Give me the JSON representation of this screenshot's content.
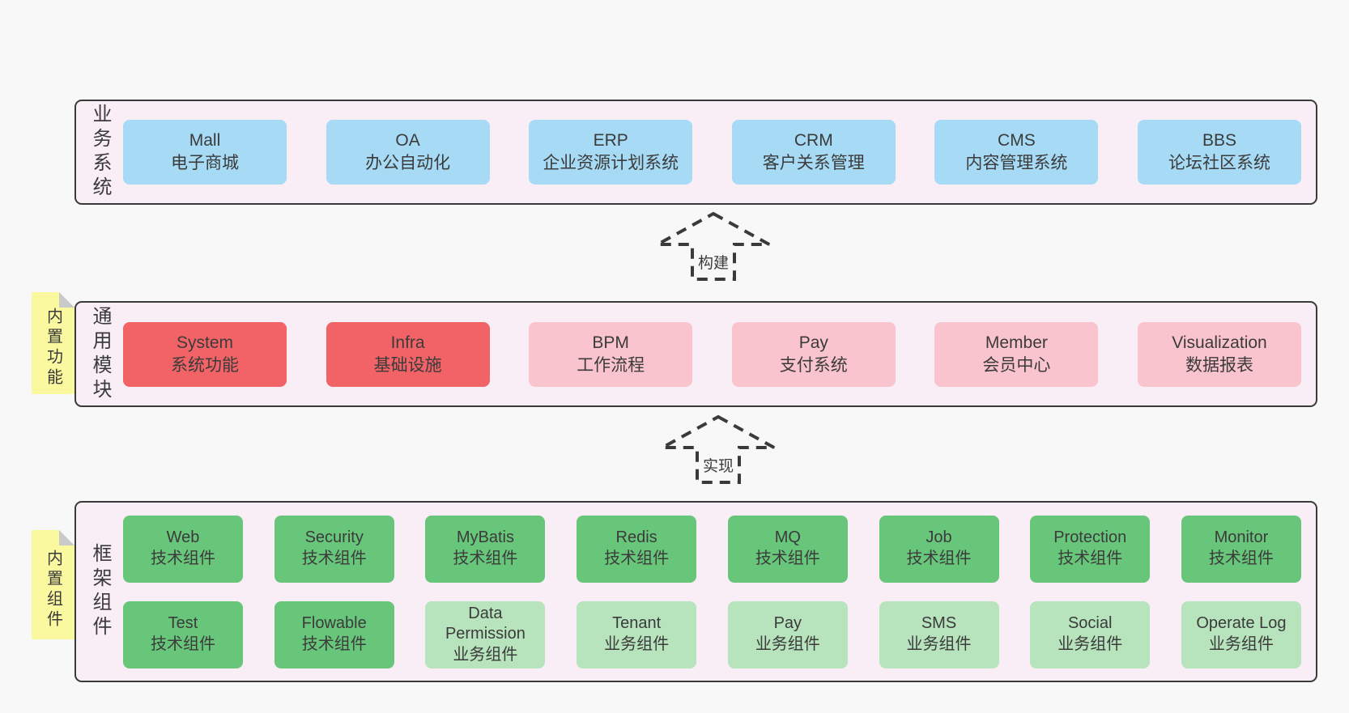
{
  "colors": {
    "page-bg": "#f8f8f8",
    "panel-bg": "#f9eef6",
    "panel-border": "#3a3a3a",
    "text": "#3b3b3b",
    "blue": "#a7dbf5",
    "red": "#f16366",
    "pink": "#f9c4ce",
    "green": "#68c67b",
    "green-light": "#b7e3bd",
    "sticky-yellow": "#fbf9a0",
    "fold-gray": "#c9c9c9"
  },
  "layers": [
    {
      "label": "业务系统",
      "boxes": [
        {
          "title": "Mall",
          "subtitle": "电子商城",
          "variant": "blue"
        },
        {
          "title": "OA",
          "subtitle": "办公自动化",
          "variant": "blue"
        },
        {
          "title": "ERP",
          "subtitle": "企业资源计划系统",
          "variant": "blue"
        },
        {
          "title": "CRM",
          "subtitle": "客户关系管理",
          "variant": "blue"
        },
        {
          "title": "CMS",
          "subtitle": "内容管理系统",
          "variant": "blue"
        },
        {
          "title": "BBS",
          "subtitle": "论坛社区系统",
          "variant": "blue"
        }
      ]
    },
    {
      "label": "通用模块",
      "sticky": "内置功能",
      "boxes": [
        {
          "title": "System",
          "subtitle": "系统功能",
          "variant": "red"
        },
        {
          "title": "Infra",
          "subtitle": "基础设施",
          "variant": "red"
        },
        {
          "title": "BPM",
          "subtitle": "工作流程",
          "variant": "pink"
        },
        {
          "title": "Pay",
          "subtitle": "支付系统",
          "variant": "pink"
        },
        {
          "title": "Member",
          "subtitle": "会员中心",
          "variant": "pink"
        },
        {
          "title": "Visualization",
          "subtitle": "数据报表",
          "variant": "pink"
        }
      ]
    },
    {
      "label": "框架组件",
      "sticky": "内置组件",
      "rows": [
        [
          {
            "title": "Web",
            "subtitle": "技术组件",
            "variant": "green"
          },
          {
            "title": "Security",
            "subtitle": "技术组件",
            "variant": "green"
          },
          {
            "title": "MyBatis",
            "subtitle": "技术组件",
            "variant": "green"
          },
          {
            "title": "Redis",
            "subtitle": "技术组件",
            "variant": "green"
          },
          {
            "title": "MQ",
            "subtitle": "技术组件",
            "variant": "green"
          },
          {
            "title": "Job",
            "subtitle": "技术组件",
            "variant": "green"
          },
          {
            "title": "Protection",
            "subtitle": "技术组件",
            "variant": "green"
          },
          {
            "title": "Monitor",
            "subtitle": "技术组件",
            "variant": "green"
          }
        ],
        [
          {
            "title": "Test",
            "subtitle": "技术组件",
            "variant": "green"
          },
          {
            "title": "Flowable",
            "subtitle": "技术组件",
            "variant": "green"
          },
          {
            "title": "Data Permission",
            "subtitle": "业务组件",
            "variant": "green-light"
          },
          {
            "title": "Tenant",
            "subtitle": "业务组件",
            "variant": "green-light"
          },
          {
            "title": "Pay",
            "subtitle": "业务组件",
            "variant": "green-light"
          },
          {
            "title": "SMS",
            "subtitle": "业务组件",
            "variant": "green-light"
          },
          {
            "title": "Social",
            "subtitle": "业务组件",
            "variant": "green-light"
          },
          {
            "title": "Operate Log",
            "subtitle": "业务组件",
            "variant": "green-light"
          }
        ]
      ]
    }
  ],
  "arrows": [
    {
      "label": "构建"
    },
    {
      "label": "实现"
    }
  ]
}
